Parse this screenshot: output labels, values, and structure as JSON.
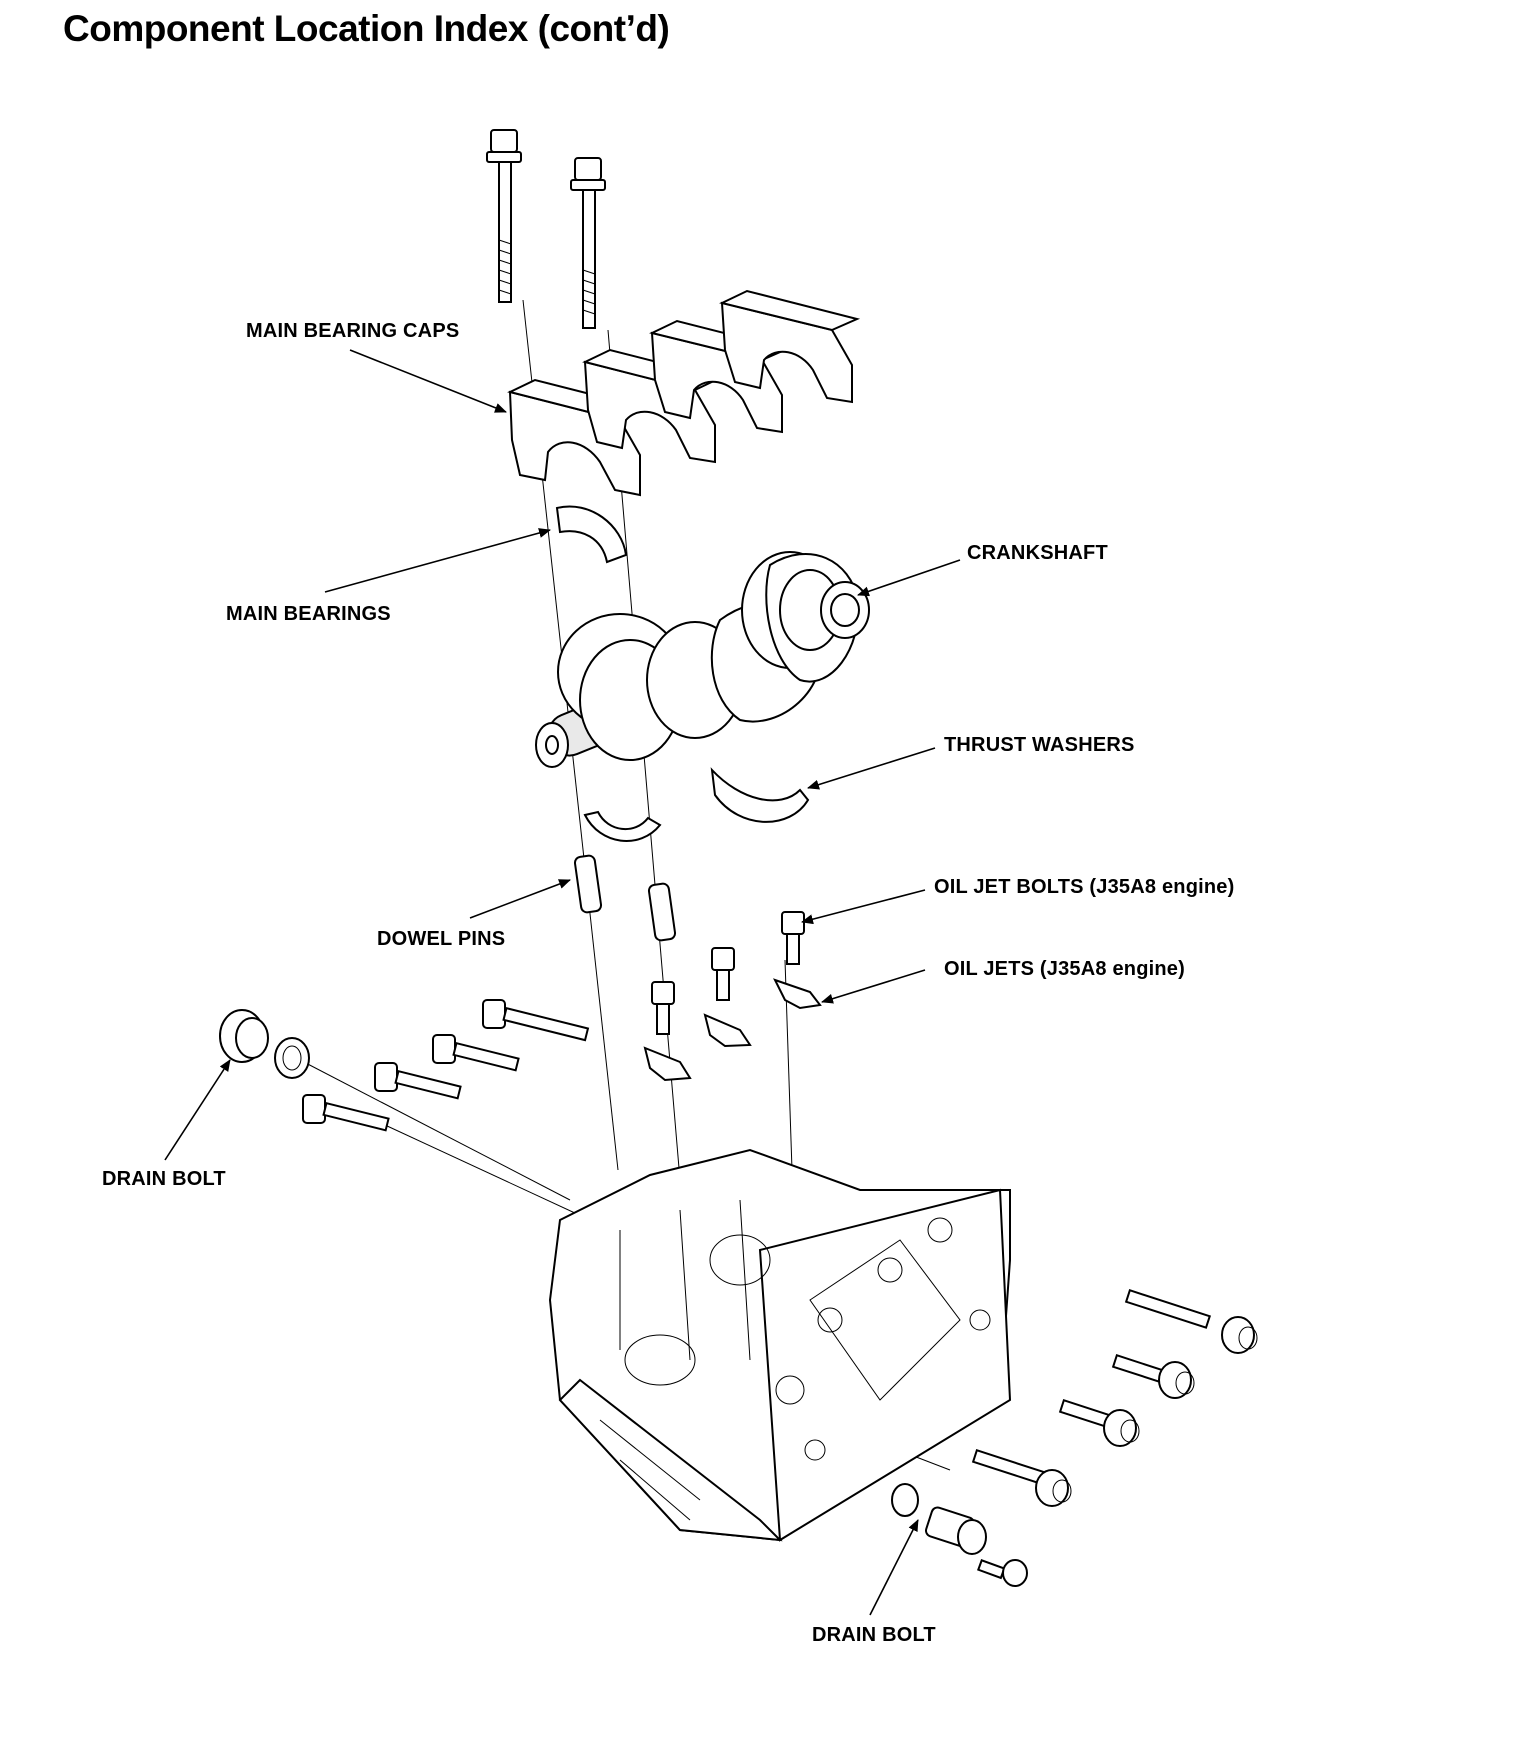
{
  "page": {
    "title": "Component Location Index (cont’d)"
  },
  "labels": {
    "main_bearing_caps": "MAIN BEARING CAPS",
    "main_bearings": "MAIN BEARINGS",
    "crankshaft": "CRANKSHAFT",
    "thrust_washers": "THRUST WASHERS",
    "dowel_pins": "DOWEL PINS",
    "oil_jet_bolts": "OIL JET BOLTS (J35A8 engine)",
    "oil_jets": "OIL JETS (J35A8 engine)",
    "drain_bolt_left": "DRAIN BOLT",
    "drain_bolt_bottom": "DRAIN BOLT"
  }
}
